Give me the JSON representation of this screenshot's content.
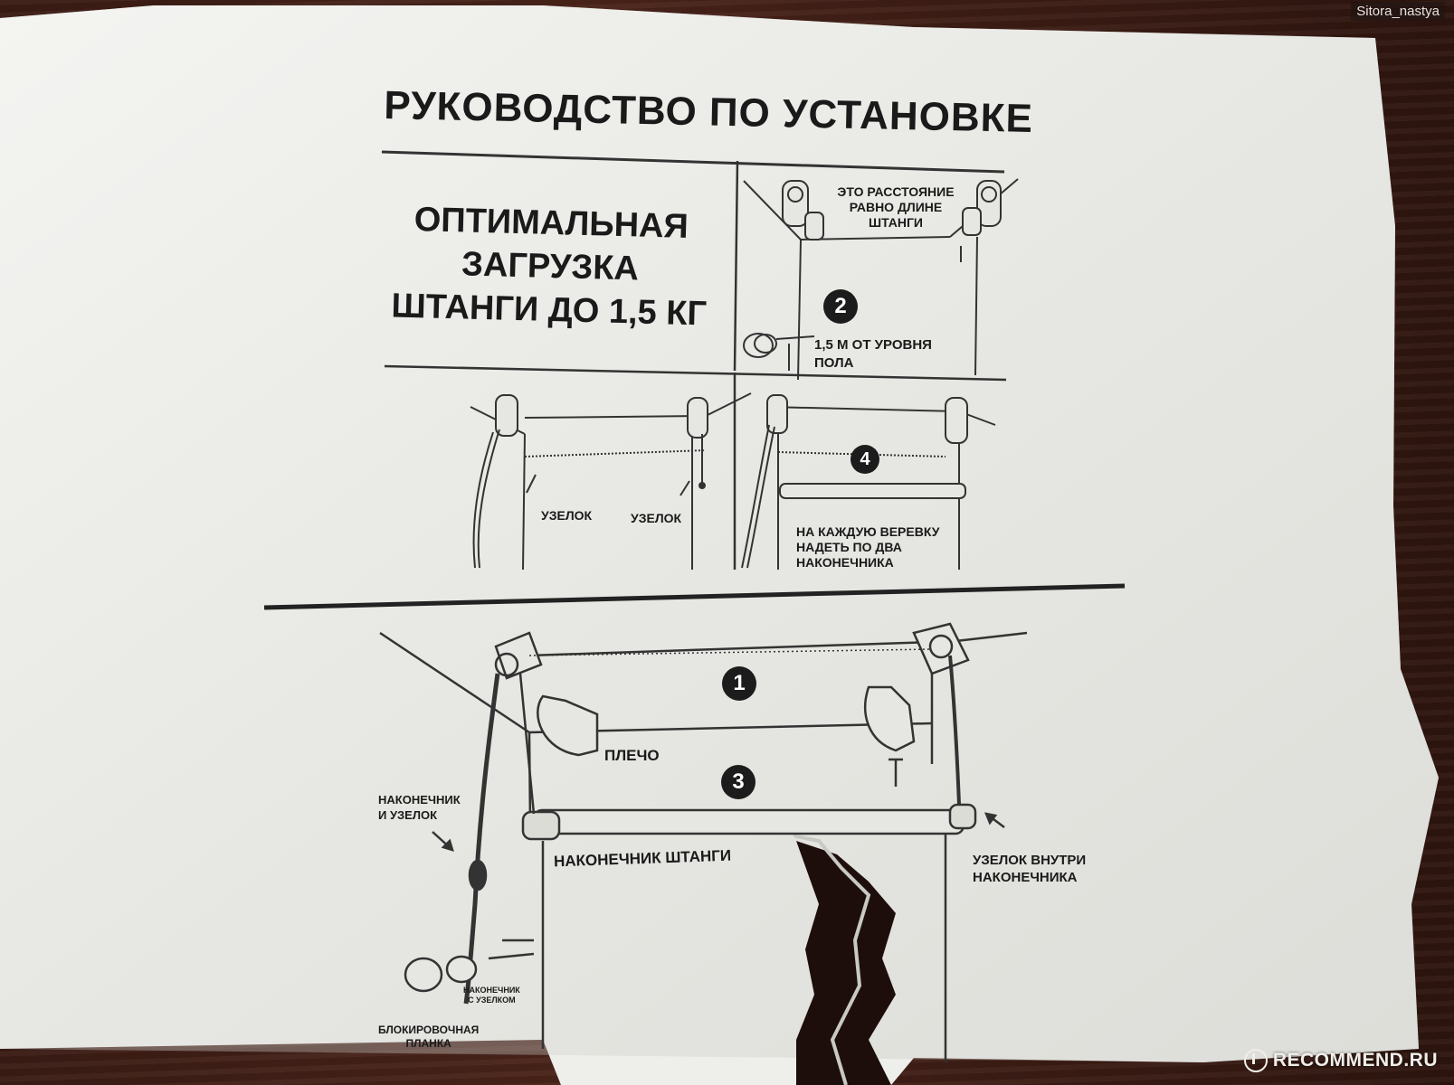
{
  "watermark_top": "Sitora_nastya",
  "watermark_bottom": "RECOMMEND.RU",
  "title": "РУКОВОДСТВО ПО УСТАНОВКЕ",
  "optimal": {
    "line1": "ОПТИМАЛЬНАЯ",
    "line2": "ЗАГРУЗКА",
    "line3": "ШТАНГИ ДО 1,5 КГ"
  },
  "step_distance": {
    "line1": "ЭТО РАССТОЯНИЕ",
    "line2": "РАВНО ДЛИНЕ",
    "line3": "ШТАНГИ"
  },
  "step2": {
    "number": "2",
    "line1": "1,5 М ОТ УРОВНЯ",
    "line2": "ПОЛА"
  },
  "knot_left": "УЗЕЛОК",
  "knot_right": "УЗЕЛОК",
  "step4": {
    "number": "4",
    "line1": "НА КАЖДУЮ ВЕРЕВКУ",
    "line2": "НАДЕТЬ ПО ДВА",
    "line3": "НАКОНЕЧНИКА"
  },
  "main_diagram": {
    "step1": "1",
    "step3": "3",
    "shoulder": "ПЛЕЧО",
    "tip_and_knot_1": "НАКОНЕЧНИК",
    "tip_and_knot_2": "И УЗЕЛОК",
    "rod_tip": "НАКОНЕЧНИК ШТАНГИ",
    "knot_inside_1": "УЗЕЛОК ВНУТРИ",
    "knot_inside_2": "НАКОНЕЧНИКА",
    "tip_with_knot_1": "НАКОНЕЧНИК",
    "tip_with_knot_2": "С УЗЕЛКОМ",
    "lock_plate_1": "БЛОКИРОВОЧНАЯ",
    "lock_plate_2": "ПЛАНКА"
  }
}
